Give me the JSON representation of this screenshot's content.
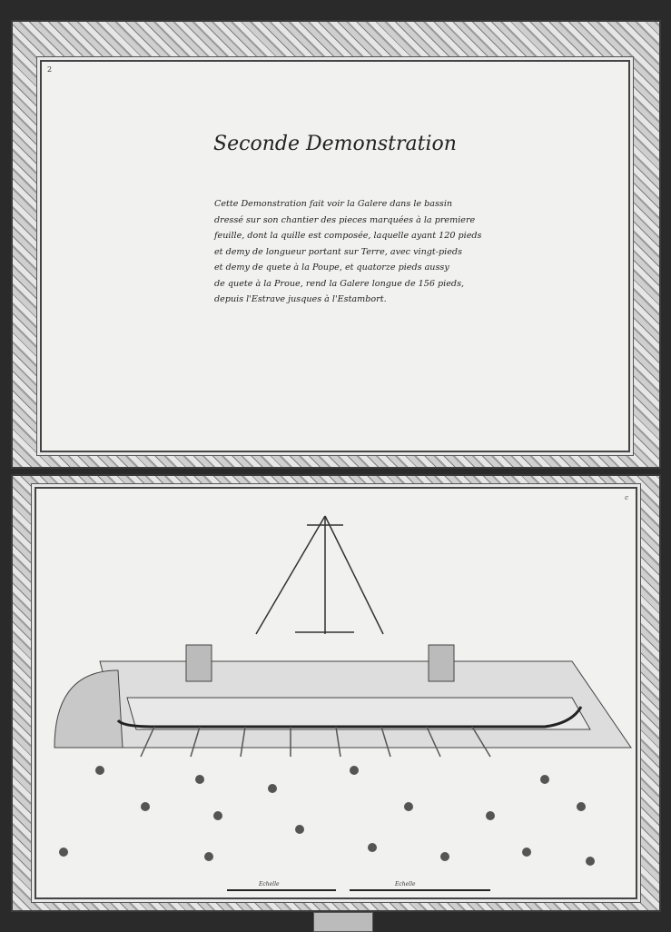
{
  "top_page": {
    "page_number": "2",
    "title": "Seconde Demonstration",
    "lines": [
      "Cette Demonstration fait voir la Galere dans le bassin",
      "dressé sur son chantier des pieces marquées à la premiere",
      "feuille, dont la quille est composée, laquelle ayant 120 pieds",
      "et demy de longueur portant sur Terre, avec vingt-pieds",
      "et demy de quete à la Poupe, et quatorze pieds aussy",
      "de quete à la Proue, rend la Galere longue de 156 pieds,",
      "depuis l'Estrave jusques à l'Estambort."
    ]
  },
  "bottom_page": {
    "plate_letter": "c",
    "scale_labels": [
      "Echelle",
      "Echelle"
    ]
  }
}
